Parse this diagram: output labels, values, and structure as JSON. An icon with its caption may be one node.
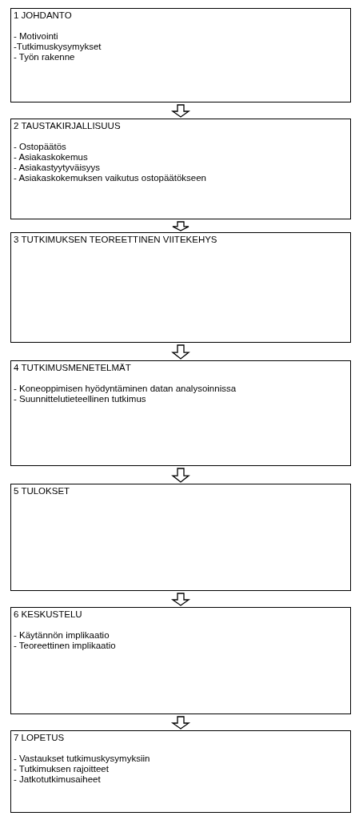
{
  "diagram": {
    "nodes": [
      {
        "text": [
          "1 JOHDANTO",
          "- Motivointi",
          "-Tutkimuskysymykset",
          "- Työn rakenne"
        ]
      },
      {
        "text": [
          "2 TAUSTAKIRJALLISUUS",
          "- Ostopäätös",
          "- Asiakaskokemus",
          "- Asiakastyytyväisyys",
          "- Asiakaskokemuksen vaikutus ostopäätökseen"
        ]
      },
      {
        "text": [
          "3 TUTKIMUKSEN TEOREETTINEN VIITEKEHYS"
        ]
      },
      {
        "text": [
          "4 TUTKIMUSMENETELMÄT",
          "- Koneoppimisen hyödyntäminen datan analysoinnissa",
          "- Suunnittelutieteellinen tutkimus"
        ]
      },
      {
        "text": [
          "5 TULOKSET"
        ]
      },
      {
        "text": [
          "6 KESKUSTELU",
          "- Käytännön implikaatio",
          "- Teoreettinen implikaatio"
        ]
      },
      {
        "text": [
          "7 LOPETUS",
          "- Vastaukset tutkimuskysymyksiin",
          "- Tutkimuksen rajoitteet",
          "- Jatkotutkimusaiheet"
        ]
      }
    ],
    "edges": [
      {
        "from": 0,
        "to": 1,
        "arrow": "to"
      },
      {
        "from": 1,
        "to": 2,
        "arrow": "to"
      },
      {
        "from": 2,
        "to": 3,
        "arrow": "to"
      },
      {
        "from": 3,
        "to": 4,
        "arrow": "to"
      },
      {
        "from": 4,
        "to": 5,
        "arrow": "to"
      },
      {
        "from": 5,
        "to": 6,
        "arrow": "to"
      }
    ]
  }
}
